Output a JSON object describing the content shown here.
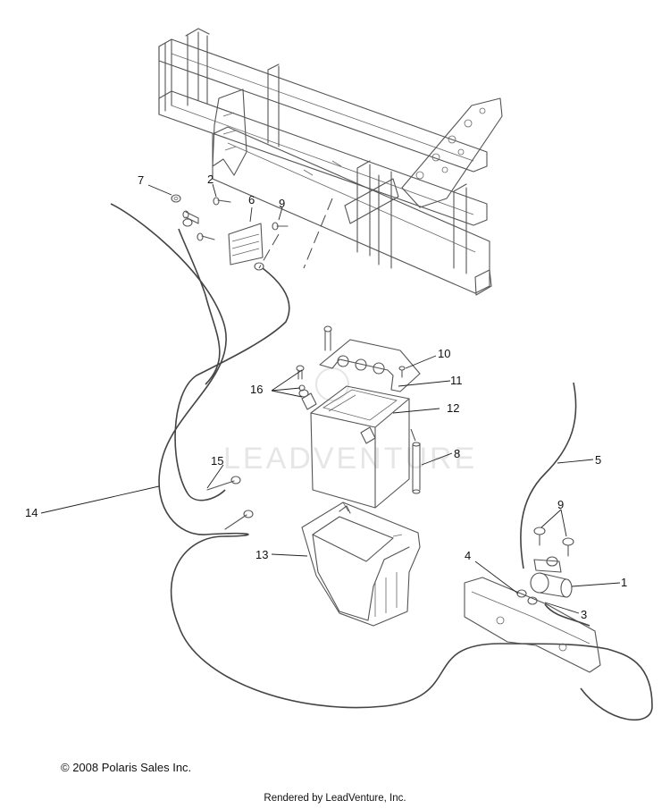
{
  "diagram": {
    "callouts": [
      "1",
      "2",
      "3",
      "4",
      "5",
      "6",
      "7",
      "8",
      "9",
      "9",
      "10",
      "11",
      "12",
      "13",
      "14",
      "15",
      "16"
    ],
    "watermark": "LEADVENTURE"
  },
  "footer": {
    "copyright": "© 2008 Polaris Sales Inc.",
    "rendered_by": "Rendered by LeadVenture, Inc."
  }
}
